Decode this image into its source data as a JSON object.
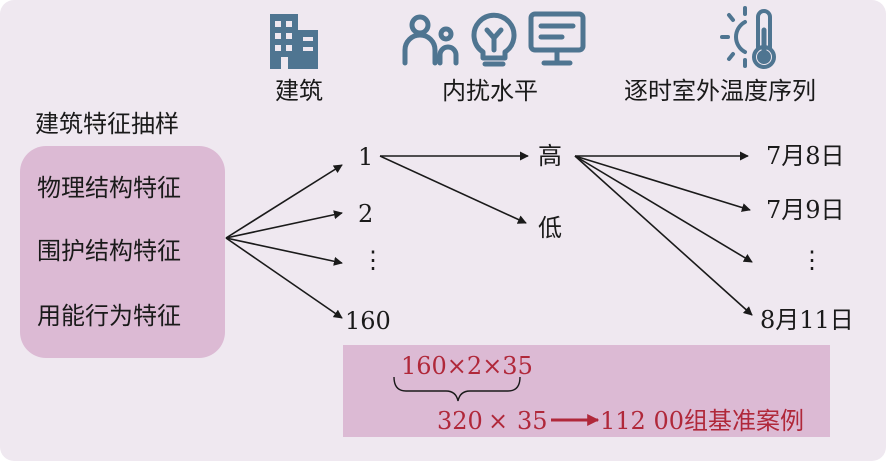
{
  "headers": {
    "building": "建筑",
    "internal_disturbance": "内扰水平",
    "outdoor_temp": "逐时室外温度序列"
  },
  "sampling": {
    "title": "建筑特征抽样",
    "items": [
      "物理结构特征",
      "围护结构特征",
      "用能行为特征"
    ]
  },
  "buildings": [
    "1",
    "2",
    "⋮",
    "160"
  ],
  "levels": [
    "高",
    "低"
  ],
  "dates": [
    "7月8日",
    "7月9日",
    "⋮",
    "8月11日"
  ],
  "formula": {
    "product": "160×2×35",
    "line2_a": "320",
    "times": "×",
    "line2_b": "35",
    "result": "112 00组基准案例"
  },
  "colors": {
    "icon": "#4f7591",
    "box": "#dcbad4",
    "background": "#efe8f0",
    "formula_text": "#b0283a"
  },
  "icons": [
    "building-icon",
    "person-icon",
    "lightbulb-icon",
    "monitor-icon",
    "sun-thermometer-icon"
  ]
}
